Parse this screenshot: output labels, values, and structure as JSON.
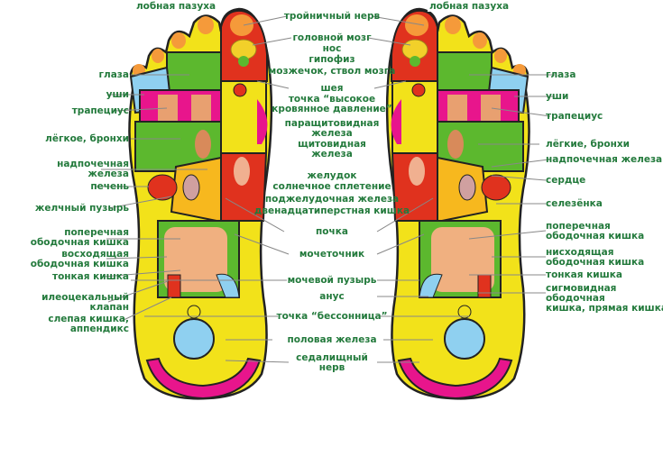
{
  "colors": {
    "label": "#237a3c",
    "outline": "#222222",
    "green": "#5cb82e",
    "red": "#e0321e",
    "yellow": "#f2e21a",
    "pink": "#e8158c",
    "blue": "#8fd0f0",
    "skin": "#f6dcb0",
    "orange": "#f59a3a"
  },
  "top_labels": {
    "left": "лобная пазуха",
    "right": "лобная пазуха"
  },
  "left_labels": [
    {
      "lines": [
        "глаза"
      ]
    },
    {
      "lines": [
        "уши"
      ]
    },
    {
      "lines": [
        "трапециус"
      ]
    },
    {
      "lines": [
        "лёгкое, бронхи"
      ]
    },
    {
      "lines": [
        "надпочечная",
        "железа"
      ]
    },
    {
      "lines": [
        "печень"
      ]
    },
    {
      "lines": [
        "желчный пузырь"
      ]
    },
    {
      "lines": [
        "поперечная",
        "ободочная кишка"
      ]
    },
    {
      "lines": [
        "восходящая",
        "ободочная кишка"
      ]
    },
    {
      "lines": [
        "тонкая кишка"
      ]
    },
    {
      "lines": [
        "илеоцекальный",
        "клапан"
      ]
    },
    {
      "lines": [
        "слепая кишка,",
        "аппендикс"
      ]
    }
  ],
  "center_labels": [
    {
      "lines": [
        "тройничный нерв"
      ]
    },
    {
      "lines": [
        "головной мозг"
      ]
    },
    {
      "lines": [
        "нос"
      ]
    },
    {
      "lines": [
        "гипофиз"
      ]
    },
    {
      "lines": [
        "мозжечок, ствол мозга"
      ]
    },
    {
      "lines": [
        "шея"
      ]
    },
    {
      "lines": [
        "точка “высокое",
        "кровянное давление”"
      ]
    },
    {
      "lines": [
        "паращитовидная",
        "железа"
      ]
    },
    {
      "lines": [
        "щитовидная",
        "железа"
      ]
    },
    {
      "lines": [
        "желудок"
      ]
    },
    {
      "lines": [
        "солнечное сплетение"
      ]
    },
    {
      "lines": [
        "поджелудочная железа"
      ]
    },
    {
      "lines": [
        "двенадцатиперстная кишка"
      ]
    },
    {
      "lines": [
        "почка"
      ]
    },
    {
      "lines": [
        "мочеточник"
      ]
    },
    {
      "lines": [
        "мочевой пузырь"
      ]
    },
    {
      "lines": [
        "анус"
      ]
    },
    {
      "lines": [
        "точка “бессонница”"
      ]
    },
    {
      "lines": [
        "половая железа"
      ]
    },
    {
      "lines": [
        "седалищный",
        "нерв"
      ]
    }
  ],
  "right_labels": [
    {
      "lines": [
        "глаза"
      ]
    },
    {
      "lines": [
        "уши"
      ]
    },
    {
      "lines": [
        "трапециус"
      ]
    },
    {
      "lines": [
        "лёгкие, бронхи"
      ]
    },
    {
      "lines": [
        "надпочечная железа"
      ]
    },
    {
      "lines": [
        "сердце"
      ]
    },
    {
      "lines": [
        "селезёнка"
      ]
    },
    {
      "lines": [
        "поперечная",
        "ободочная кишка"
      ]
    },
    {
      "lines": [
        "нисходящая",
        "ободочная кишка"
      ]
    },
    {
      "lines": [
        "тонкая кишка"
      ]
    },
    {
      "lines": [
        "сигмовидная",
        "ободочная",
        "кишка, прямая кишка"
      ]
    }
  ]
}
